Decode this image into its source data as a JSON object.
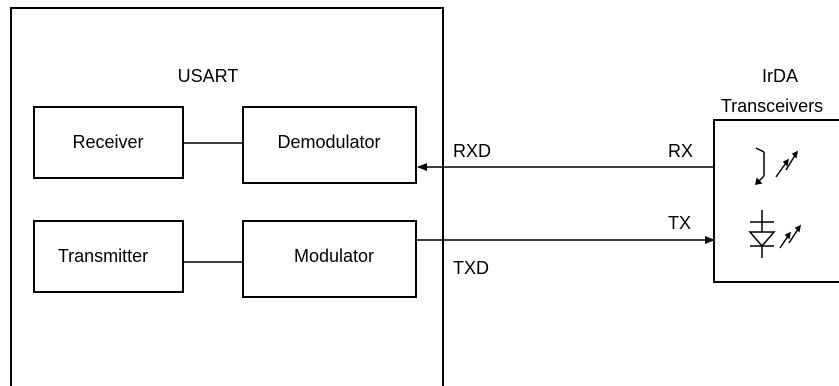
{
  "usart": {
    "title": "USART",
    "receiver": "Receiver",
    "demodulator": "Demodulator",
    "transmitter": "Transmitter",
    "modulator": "Modulator"
  },
  "signals": {
    "rxd": "RXD",
    "txd": "TXD",
    "rx": "RX",
    "tx": "TX"
  },
  "transceiver": {
    "title_line1": "IrDA",
    "title_line2": "Transceivers"
  }
}
